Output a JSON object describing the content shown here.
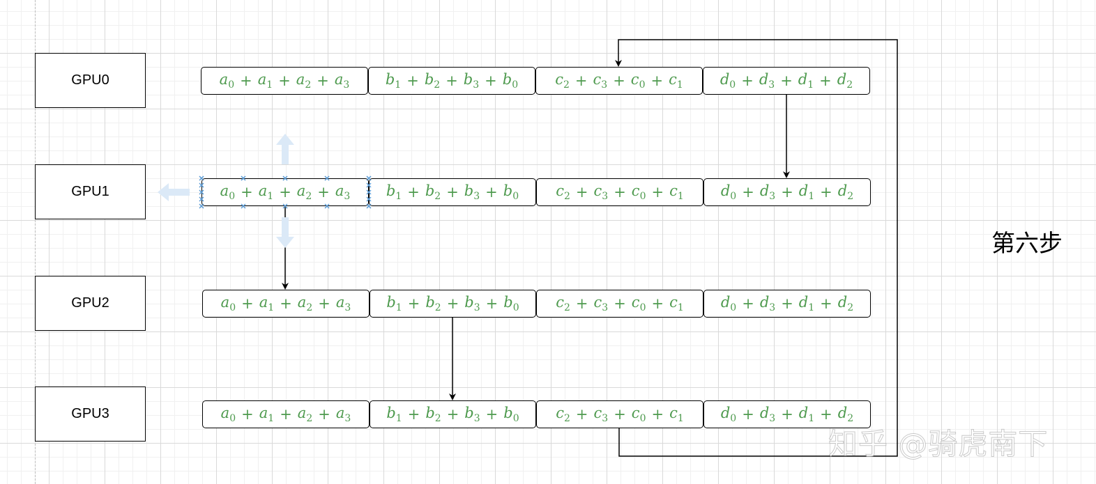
{
  "diagram": {
    "step_label": "第六步",
    "watermark": "知乎 @骑虎南下",
    "rows": [
      {
        "label": "GPU0",
        "cells": [
          [
            "a",
            "0",
            "a",
            "1",
            "a",
            "2",
            "a",
            "3"
          ],
          [
            "b",
            "1",
            "b",
            "2",
            "b",
            "3",
            "b",
            "0"
          ],
          [
            "c",
            "2",
            "c",
            "3",
            "c",
            "0",
            "c",
            "1"
          ],
          [
            "d",
            "0",
            "d",
            "3",
            "d",
            "1",
            "d",
            "2"
          ]
        ]
      },
      {
        "label": "GPU1",
        "cells": [
          [
            "a",
            "0",
            "a",
            "1",
            "a",
            "2",
            "a",
            "3"
          ],
          [
            "b",
            "1",
            "b",
            "2",
            "b",
            "3",
            "b",
            "0"
          ],
          [
            "c",
            "2",
            "c",
            "3",
            "c",
            "0",
            "c",
            "1"
          ],
          [
            "d",
            "0",
            "d",
            "3",
            "d",
            "1",
            "d",
            "2"
          ]
        ]
      },
      {
        "label": "GPU2",
        "cells": [
          [
            "a",
            "0",
            "a",
            "1",
            "a",
            "2",
            "a",
            "3"
          ],
          [
            "b",
            "1",
            "b",
            "2",
            "b",
            "3",
            "b",
            "0"
          ],
          [
            "c",
            "2",
            "c",
            "3",
            "c",
            "0",
            "c",
            "1"
          ],
          [
            "d",
            "0",
            "d",
            "3",
            "d",
            "1",
            "d",
            "2"
          ]
        ]
      },
      {
        "label": "GPU3",
        "cells": [
          [
            "a",
            "0",
            "a",
            "1",
            "a",
            "2",
            "a",
            "3"
          ],
          [
            "b",
            "1",
            "b",
            "2",
            "b",
            "3",
            "b",
            "0"
          ],
          [
            "c",
            "2",
            "c",
            "3",
            "c",
            "0",
            "c",
            "1"
          ],
          [
            "d",
            "0",
            "d",
            "3",
            "d",
            "1",
            "d",
            "2"
          ]
        ]
      }
    ],
    "colors": {
      "formula": "#4e9a4e",
      "selection": "#5b9bd5",
      "selection_arrow": "#dbe9f7"
    }
  }
}
